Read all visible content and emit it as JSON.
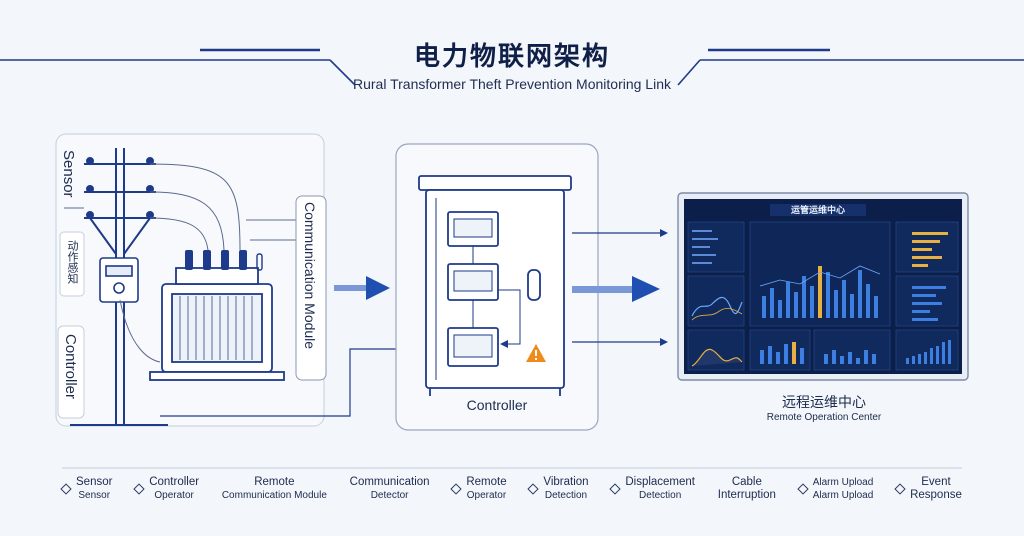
{
  "header": {
    "title_zh": "电力物联网架构",
    "title_en": "Rural Transformer Theft Prevention Monitoring Link"
  },
  "left_labels": {
    "sensor": "Sensor",
    "pole_note": "动作感知",
    "controller": "Controller",
    "communication_module": "Communication Module"
  },
  "center": {
    "controller_label": "Controller"
  },
  "right": {
    "dashboard_title": "运管运维中心",
    "center_zh": "远程运维中心",
    "center_en": "Remote Operation Center"
  },
  "legend": [
    {
      "line1": "Sensor",
      "line2": "Sensor"
    },
    {
      "line1": "Controller",
      "line2": "Operator"
    },
    {
      "line1": "Remote",
      "line2": "Communication Module"
    },
    {
      "line1": "Communication",
      "line2": "Detector"
    },
    {
      "line1": "Remote",
      "line2": "Operator"
    },
    {
      "line1": "Vibration",
      "line2": "Detection"
    },
    {
      "line1": "Displacement",
      "line2": "Detection"
    },
    {
      "line1": "Cable",
      "line2": "Interruption"
    },
    {
      "line1": "Alarm Upload",
      "line2": "Alarm Upload"
    },
    {
      "line1": "Event",
      "line2": "Response"
    }
  ],
  "colors": {
    "line": "#1e3a8a",
    "accent": "#1f4fb0",
    "warning": "#f08a1c",
    "dashboard_bg": "#0c1f4a",
    "bar_blue": "#3d7fe0",
    "bar_amber": "#e7b040"
  }
}
